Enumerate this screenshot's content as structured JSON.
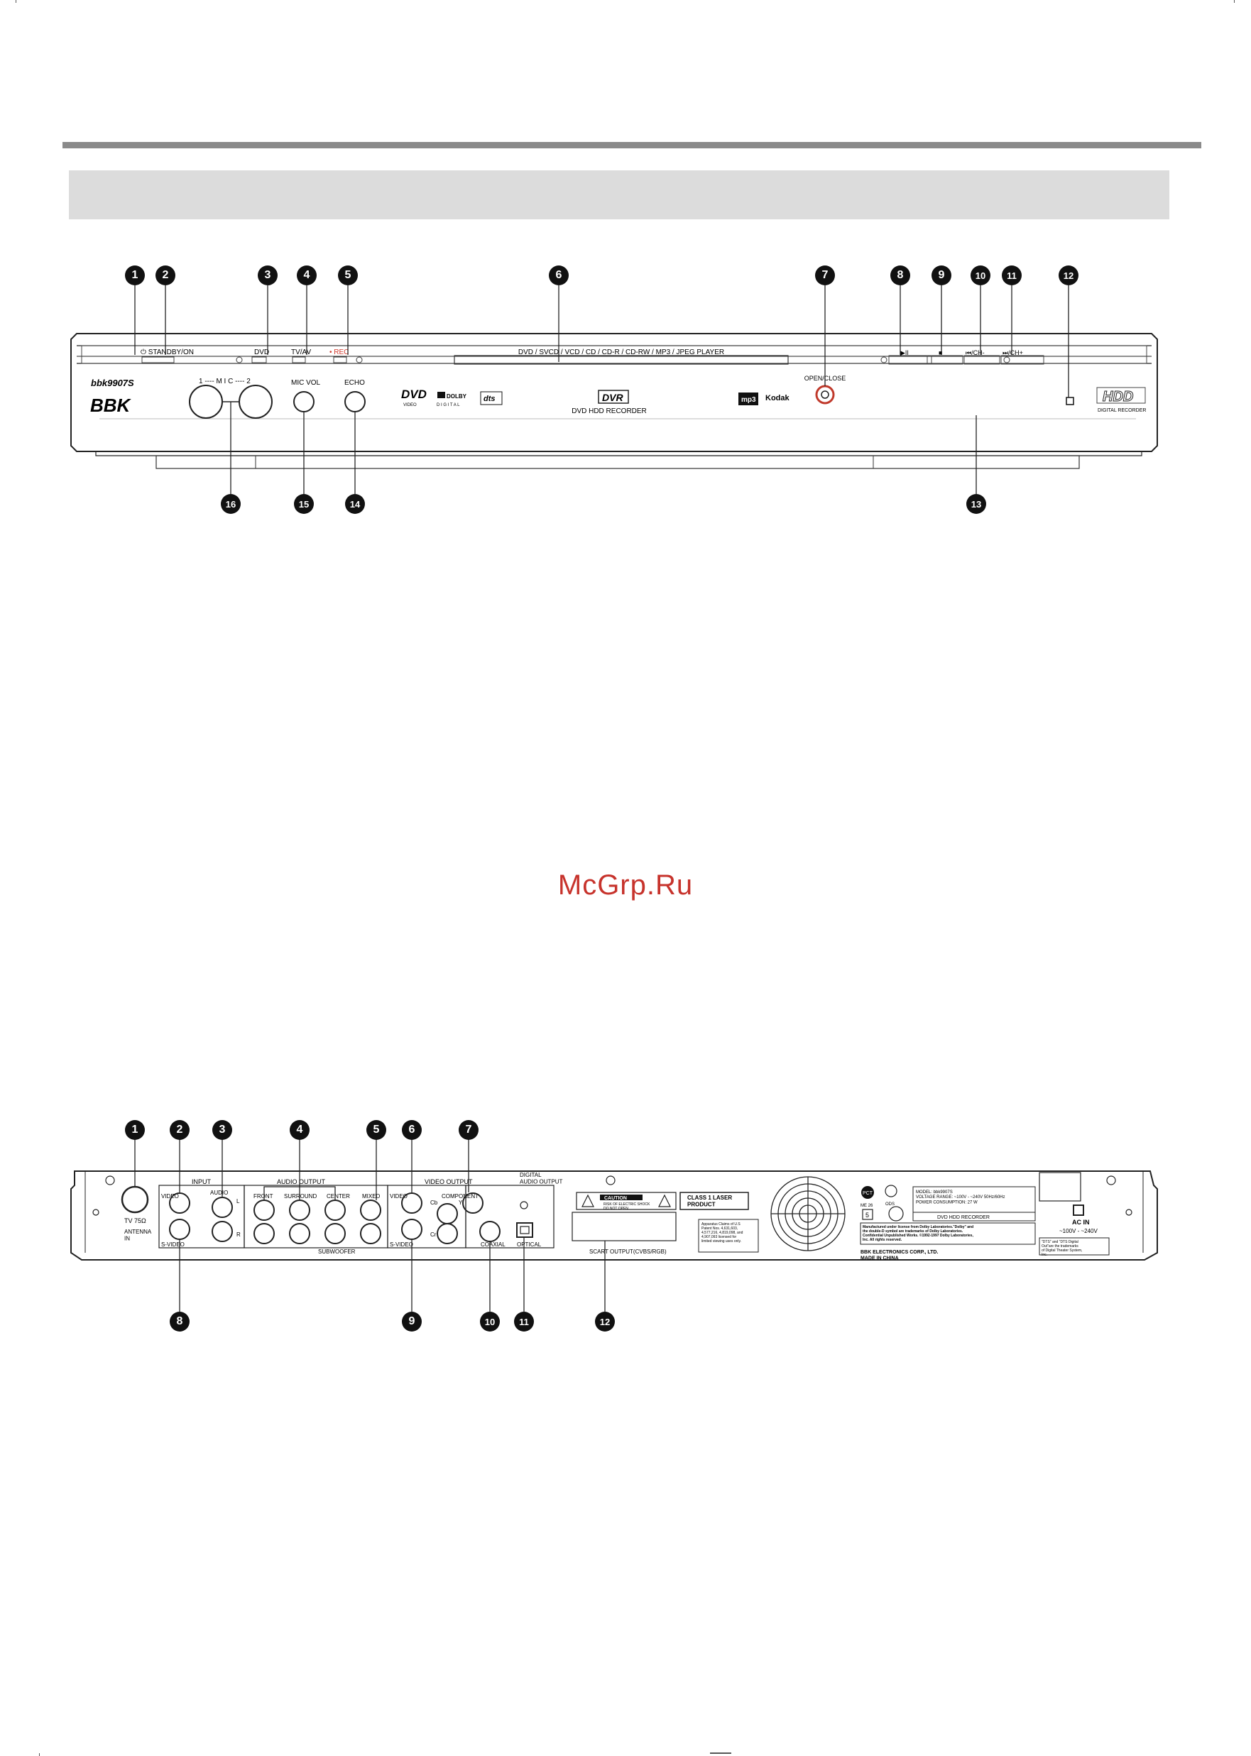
{
  "front_panel": {
    "model_label": "bbk9907S",
    "brand": "BBK",
    "labels": {
      "standby": "⏻ STANDBY/ON",
      "dvd": "DVD",
      "tvav": "TV/AV",
      "rec": "• REC",
      "player_strip": "DVD / SVCD / VCD / CD / CD-R / CD-RW / MP3 / JPEG PLAYER",
      "mic": "1 ---- M I C ---- 2",
      "mic_vol": "MIC VOL",
      "echo": "ECHO",
      "open_close": "OPEN/CLOSE",
      "dvd_hdd_recorder": "DVD HDD RECORDER",
      "play_pause": "▶II",
      "stop": "■",
      "prev_ch": "⏮/CH-",
      "next_ch": "⏭/CH+",
      "hdd_logo": "HDD",
      "digital_recorder": "DIGITAL RECORDER",
      "dvd_logo": "DVD",
      "video": "VIDEO",
      "dolby": "DOLBY",
      "digital": "D I G I T A L",
      "dts": "dts",
      "dvr_logo": "DVR",
      "mp3": "mp3",
      "kodak": "Kodak"
    },
    "callouts_top": [
      "1",
      "2",
      "3",
      "4",
      "5",
      "6",
      "7",
      "8",
      "9",
      "10",
      "11",
      "12"
    ],
    "callouts_bottom": [
      "16",
      "15",
      "14",
      "13"
    ]
  },
  "watermark": "McGrp.Ru",
  "rear_panel": {
    "labels": {
      "tv75": "TV 75Ω",
      "antenna_in": "ANTENNA\nIN",
      "input": "INPUT",
      "audio_output": "AUDIO  OUTPUT",
      "video_output": "VIDEO  OUTPUT",
      "digital_audio_output": "DIGITAL\nAUDIO OUTPUT",
      "video": "VIDEO",
      "audio": "AUDIO",
      "l": "L",
      "r": "R",
      "s_video": "S-VIDEO",
      "front": "FRONT",
      "surround": "SURROUND",
      "center": "CENTER",
      "mixed": "MIXED",
      "subwoofer": "SUBWOOFER",
      "component": "COMPONENT",
      "cb": "Cb",
      "cr": "Cr",
      "y": "Y",
      "coaxial": "COAXIAL",
      "optical": "OPTICAL",
      "scart_output": "SCART OUTPUT(CVBS/RGB)",
      "caution": "CAUTION",
      "caution_sub": "RISK OF ELECTRIC SHOCK\nDO NOT OPEN",
      "class1": "CLASS 1 LASER\nPRODUCT",
      "patents": "Apparatus Claims of U.S\nPatent Nos. 4,631,603,\n4,577,216, 4,819,098, and\n4,907,093 licensed for\nlimited viewing uses only.",
      "model_info": "MODEL: bbk9907S\nVOLTAGE RANGE: ~100V - ~240V  50Hz/60Hz\nPOWER CONSUMPTION:  27 W",
      "dvd_hdd_recorder": "DVD HDD RECORDER",
      "dolby_notice": "Manufactured under license from Dolby Laboratories.\"Dolby\" and\nthe double-D symbol are trademarks of Dolby Laboratories.\nConfidential Unpublished Works. ©1992-1997 Dolby Laboratories,\nInc. All rights reserved.",
      "dts_notice": "\"DTS\" and \"DTS Digital\nOut\"are the trademarks\nof Digital Theater System,\nInc.",
      "ac_in": "AC IN",
      "ac_range": "~100V - ~240V",
      "manufacturer": "BBK  ELECTRONICS  CORP., LTD.\nMADE IN CHINA",
      "me26": "ME 26",
      "five": "5",
      "ods": "ODS",
      "pct": "PCT"
    },
    "callouts_top": [
      "1",
      "2",
      "3",
      "4",
      "5",
      "6",
      "7"
    ],
    "callouts_bottom": [
      "8",
      "9",
      "10",
      "11",
      "12"
    ]
  }
}
